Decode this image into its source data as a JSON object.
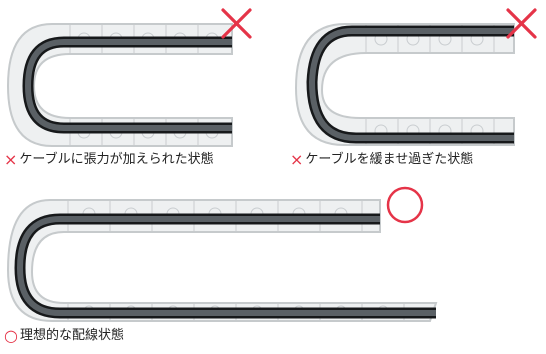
{
  "colors": {
    "bad": "#e53448",
    "good": "#e53448",
    "cable": "#3f4448",
    "cable_edge": "#17191b",
    "chain_fill": "#eef0f1",
    "chain_line": "#c6cacc"
  },
  "captions": [
    {
      "mark": "×",
      "text": "ケーブルに張力が加えられた状態",
      "icon": "cross-mark"
    },
    {
      "mark": "×",
      "text": "ケーブルを緩ませ過ぎた状態",
      "icon": "cross-mark"
    },
    {
      "mark": "○",
      "text": "理想的な配線状態",
      "icon": "circle-mark"
    }
  ],
  "diagrams": [
    {
      "status": "bad",
      "result_icon": "red-cross-icon"
    },
    {
      "status": "bad",
      "result_icon": "red-cross-icon"
    },
    {
      "status": "good",
      "result_icon": "red-circle-icon"
    }
  ]
}
